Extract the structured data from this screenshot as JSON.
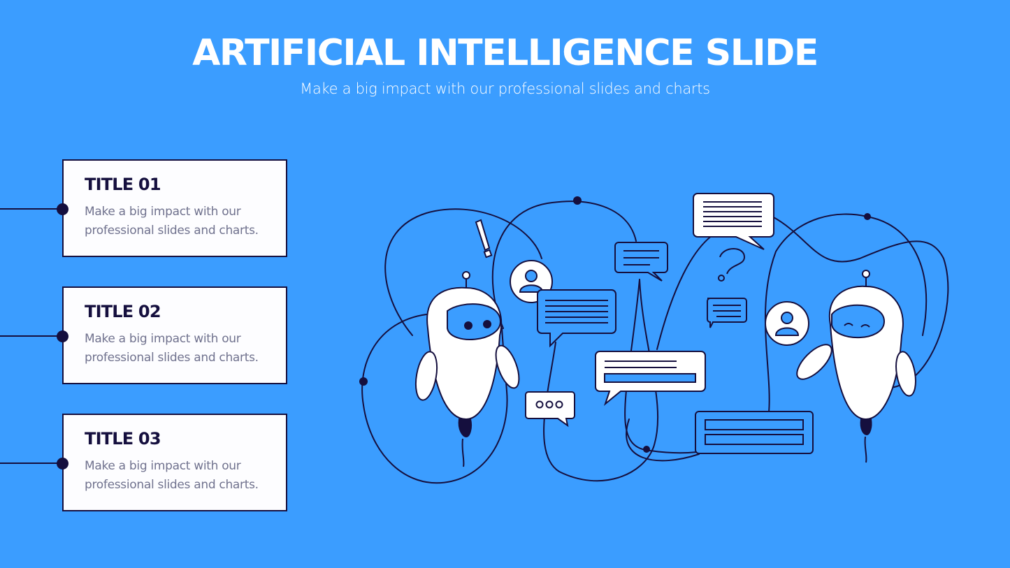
{
  "slide": {
    "title": "ARTIFICIAL INTELLIGENCE SLIDE",
    "subtitle": "Make a big impact with our professional slides and charts"
  },
  "cards": [
    {
      "title": "TITLE 01",
      "body": "Make a big impact with our professional slides and charts."
    },
    {
      "title": "TITLE 02",
      "body": "Make a big impact with our professional slides and charts."
    },
    {
      "title": "TITLE 03",
      "body": "Make a big impact with our professional slides and charts."
    }
  ],
  "colors": {
    "background": "#3b9dff",
    "navy": "#150f3e",
    "card": "#fdfdff",
    "body_text": "#70728e"
  },
  "illustration": {
    "icons": [
      "robot-icon",
      "robot-icon",
      "user-icon",
      "user-icon",
      "chat-bubble-icon",
      "exclamation-icon",
      "question-icon",
      "ellipsis-bubble-icon"
    ]
  }
}
